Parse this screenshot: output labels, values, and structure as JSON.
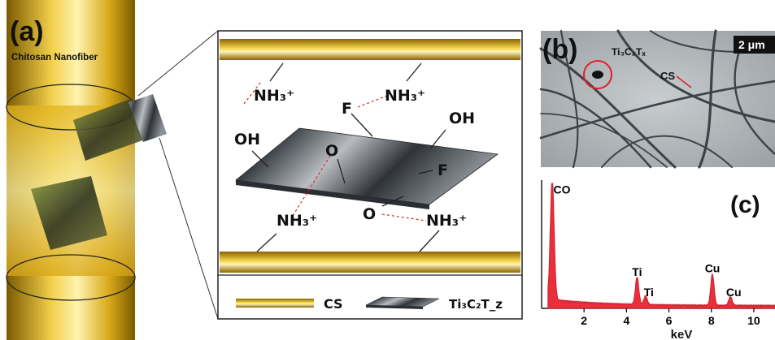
{
  "panels": {
    "a": {
      "label": "(a)",
      "fiber_title": "Chitosan Nanofiber"
    },
    "b": {
      "label": "(b)",
      "scale_bar": "2 μm",
      "flake_label": "Ti₃C₂Tₓ",
      "cs_label": "CS"
    },
    "c": {
      "label": "(c)"
    }
  },
  "schematic": {
    "groups": {
      "nh3_top_left": "NH₃⁺",
      "nh3_top_right": "NH₃⁺",
      "f_top": "F",
      "oh_left": "OH",
      "oh_right": "OH",
      "o_center": "O",
      "f_right": "F",
      "nh3_bottom_left": "NH₃⁺",
      "o_bottom": "O",
      "nh3_bottom_right": "NH₃⁺"
    },
    "legend": {
      "cs": "CS",
      "mxene": "Ti₃C₂T_z"
    }
  },
  "colors": {
    "gold": "#e0b020",
    "gold_dark": "#8a6a00",
    "mxene": "#4a4f55",
    "eds_red": "#e8303a",
    "hbond": "#d03030"
  },
  "chart_data": {
    "type": "area",
    "title": "",
    "xlabel": "keV",
    "ylabel": "",
    "xlim": [
      0,
      11
    ],
    "ylim": [
      0,
      1
    ],
    "x_ticks": [
      2,
      4,
      6,
      8,
      10
    ],
    "peaks": [
      {
        "label": "CO",
        "x": 0.5,
        "y": 0.97
      },
      {
        "label": "Ti",
        "x": 4.5,
        "y": 0.22
      },
      {
        "label": "Ti",
        "x": 4.9,
        "y": 0.07
      },
      {
        "label": "Cu",
        "x": 8.05,
        "y": 0.25
      },
      {
        "label": "Cu",
        "x": 8.9,
        "y": 0.07
      }
    ]
  }
}
